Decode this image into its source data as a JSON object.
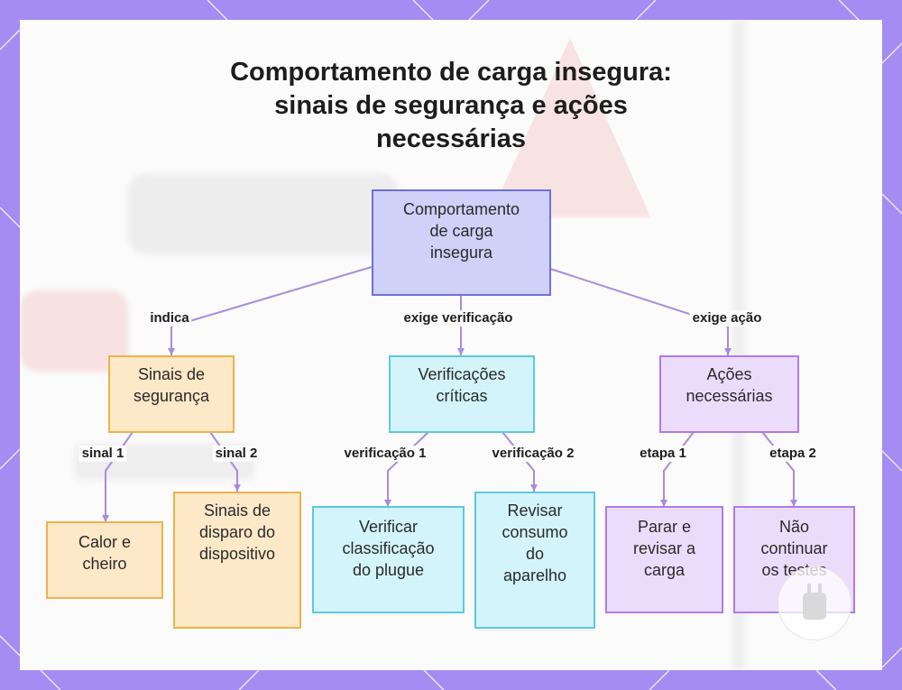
{
  "title_lines": [
    "Comportamento de carga insegura:",
    "sinais de segurança e ações",
    "necessárias"
  ],
  "nodes": {
    "root": [
      "Comportamento",
      "de carga",
      "insegura"
    ],
    "sinais": [
      "Sinais de",
      "segurança"
    ],
    "verificacoes": [
      "Verificações",
      "críticas"
    ],
    "acoes": [
      "Ações",
      "necessárias"
    ],
    "calor": [
      "Calor e",
      "cheiro"
    ],
    "disparo": [
      "Sinais de",
      "disparo do",
      "dispositivo"
    ],
    "classificacao": [
      "Verificar",
      "classificação",
      "do plugue"
    ],
    "consumo": [
      "Revisar",
      "consumo",
      "do",
      "aparelho"
    ],
    "parar": [
      "Parar e",
      "revisar a",
      "carga"
    ],
    "continuar": [
      "Não",
      "continuar",
      "os testes"
    ]
  },
  "edge_labels": {
    "indica": "indica",
    "exige_verificacao": "exige verificação",
    "exige_acao": "exige ação",
    "sinal1": "sinal 1",
    "sinal2": "sinal 2",
    "verificacao1": "verificação 1",
    "verificacao2": "verificação 2",
    "etapa1": "etapa 1",
    "etapa2": "etapa 2"
  },
  "colors": {
    "background": "#a48cf2",
    "edge": "#a98be0",
    "blue": "#6e71d6",
    "orange": "#f0b24b",
    "cyan": "#5dc9de",
    "purple": "#b07ae7"
  },
  "icons": [
    "plug-icon"
  ]
}
